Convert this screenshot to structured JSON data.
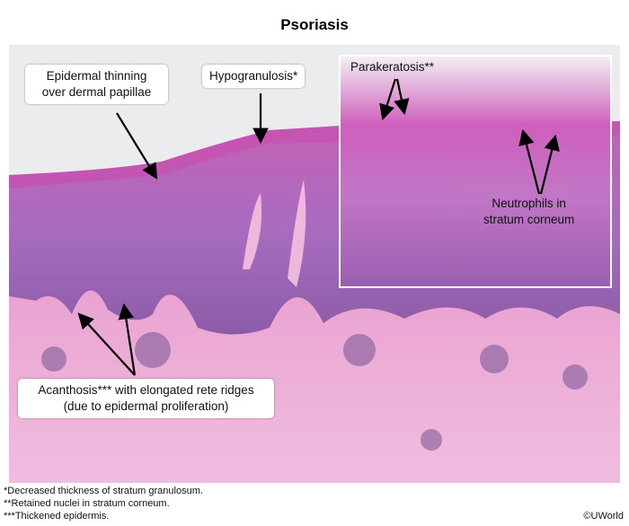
{
  "title": "Psoriasis",
  "labels": {
    "epidermal_thinning": [
      "Epidermal thinning",
      "over dermal papillae"
    ],
    "hypogranulosis": "Hypogranulosis*",
    "parakeratosis": "Parakeratosis**",
    "neutrophils": [
      "Neutrophils in",
      "stratum corneum"
    ],
    "acanthosis": [
      "Acanthosis*** with elongated rete ridges",
      "(due to epidermal proliferation)"
    ]
  },
  "footnotes": [
    "*Decreased thickness of stratum granulosum.",
    "**Retained nuclei in stratum corneum.",
    "***Thickened epidermis."
  ],
  "copyright": "©UWorld"
}
